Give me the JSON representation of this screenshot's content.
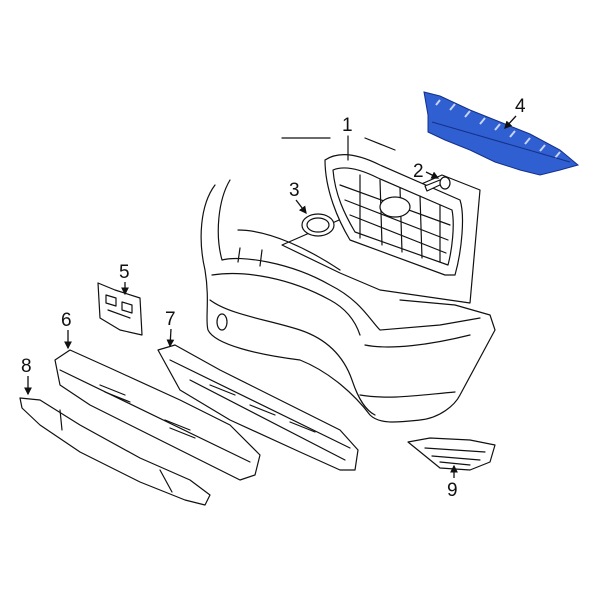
{
  "diagram": {
    "highlight_color": "#2f5fd0",
    "callouts": [
      {
        "id": "1",
        "label": "1",
        "part": "grille-assembly-box"
      },
      {
        "id": "2",
        "label": "2",
        "part": "screw"
      },
      {
        "id": "3",
        "label": "3",
        "part": "emblem"
      },
      {
        "id": "4",
        "label": "4",
        "part": "energy-absorber",
        "highlighted": true
      },
      {
        "id": "5",
        "label": "5",
        "part": "bracket"
      },
      {
        "id": "6",
        "label": "6",
        "part": "lower-reinforcement"
      },
      {
        "id": "7",
        "label": "7",
        "part": "lower-grille"
      },
      {
        "id": "8",
        "label": "8",
        "part": "lower-spoiler"
      },
      {
        "id": "9",
        "label": "9",
        "part": "side-grille"
      }
    ]
  }
}
